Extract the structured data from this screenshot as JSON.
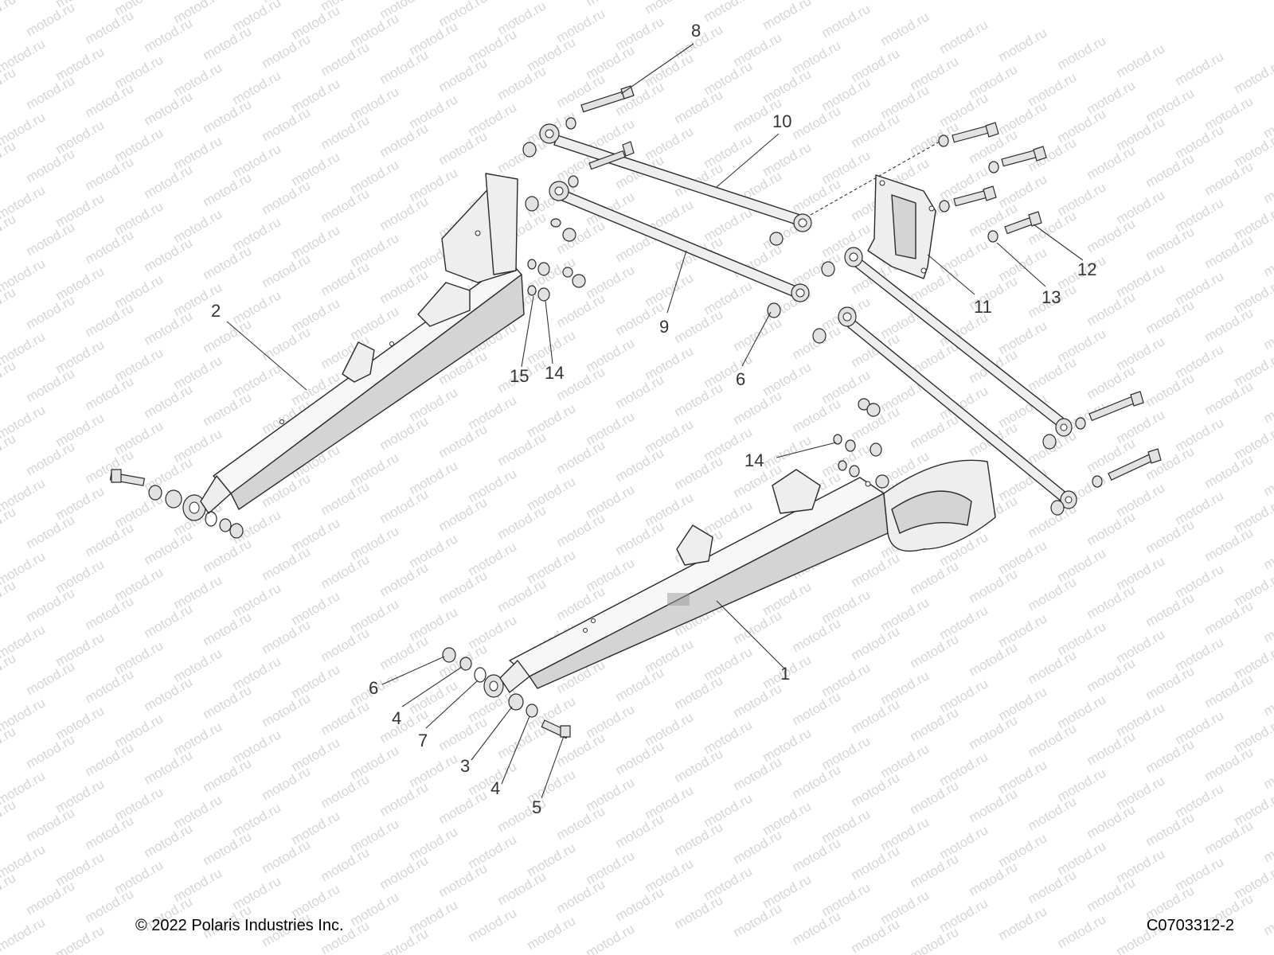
{
  "watermark": {
    "text": "motod.ru"
  },
  "footer": {
    "copyright": "© 2022 Polaris Industries Inc.",
    "diagram_code": "C0703312-2"
  },
  "callouts": [
    "8",
    "10",
    "2",
    "15",
    "14",
    "9",
    "6",
    "11",
    "13",
    "12",
    "14",
    "6",
    "4",
    "7",
    "3",
    "4",
    "5",
    "1"
  ]
}
